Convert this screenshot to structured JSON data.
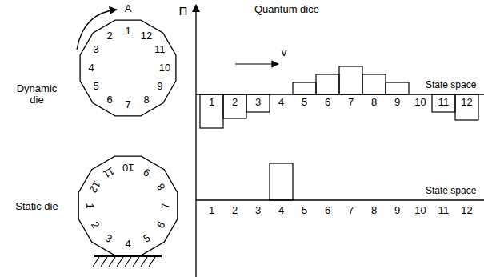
{
  "diagram": {
    "title": "Quantum dice",
    "labels": [
      "A",
      "1",
      "2",
      "3",
      "4",
      "5",
      "6",
      "7",
      "8",
      "9",
      "10",
      "11",
      "12",
      "Dynamic die",
      "1",
      "2",
      "3",
      "4",
      "5",
      "6",
      "7",
      "8",
      "9",
      "10",
      "11",
      "12",
      "Static die",
      "Π",
      "v",
      "State space",
      "1",
      "2",
      "3",
      "4",
      "5",
      "6",
      "7",
      "8",
      "9",
      "10",
      "11",
      "12",
      "State space",
      "1",
      "2",
      "3",
      "4",
      "5",
      "6",
      "7",
      "8",
      "9",
      "10",
      "11",
      "12"
    ]
  }
}
